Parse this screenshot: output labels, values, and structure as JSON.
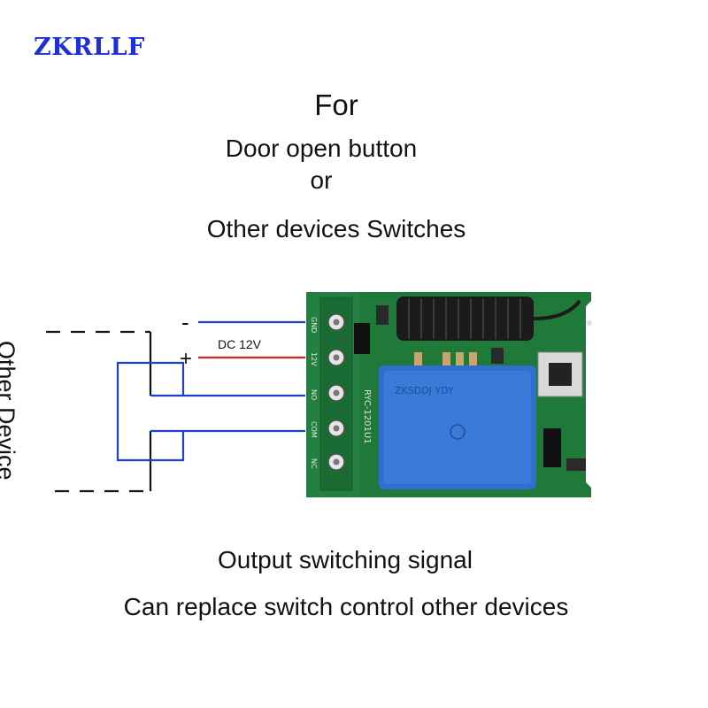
{
  "brand": "ZKRLLF",
  "heading": {
    "line1": "For",
    "line2": "Door open button",
    "line3": "or",
    "line4": "Other devices Switches"
  },
  "footer": {
    "line1": "Output switching signal",
    "line2": "Can replace switch control other devices"
  },
  "side_label": "Other Device",
  "wiring": {
    "minus_sign": "-",
    "plus_sign": "+",
    "power_label": "DC 12V",
    "positive_wire_color": "#d42020",
    "negative_wire_color": "#1f3fd0"
  },
  "board": {
    "model": "RYC-1201U1",
    "pins": [
      "GND",
      "12V",
      "NO",
      "COM",
      "NC"
    ],
    "relay_marking": "ZKSDDJ  YDY",
    "color": "#1f7a3a"
  }
}
